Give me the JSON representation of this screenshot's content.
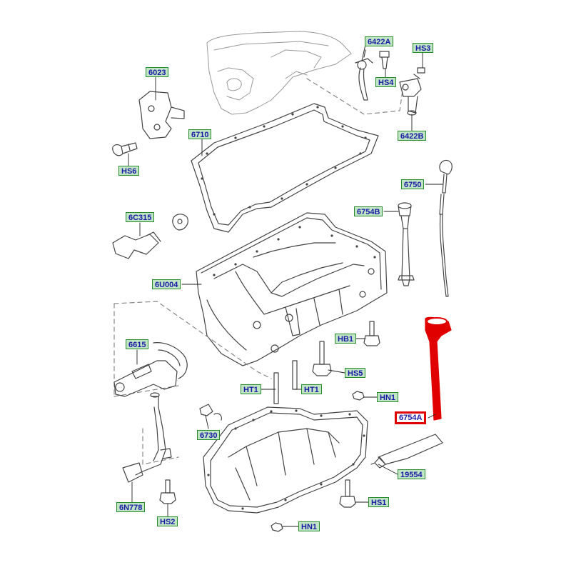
{
  "colors": {
    "line": "#444444",
    "callout_fill": "#bfe5c4",
    "callout_border": "#2a8a2f",
    "callout_text": "#1a1aa8",
    "highlight": "#e00000"
  },
  "callouts": {
    "c6422A": "6422A",
    "cHS3": "HS3",
    "cHS4": "HS4",
    "c6422B": "6422B",
    "c6023": "6023",
    "c6710": "6710",
    "cHS6": "HS6",
    "c6750": "6750",
    "c6754B": "6754B",
    "c6C315": "6C315",
    "c6U004": "6U004",
    "cHB1": "HB1",
    "c6615": "6615",
    "cHS5": "HS5",
    "cHT1a": "HT1",
    "cHT1b": "HT1",
    "cHN1a": "HN1",
    "c6754A": "6754A",
    "c6730": "6730",
    "c19554": "19554",
    "c6N778": "6N778",
    "cHS1": "HS1",
    "cHS2": "HS2",
    "cHN1b": "HN1"
  },
  "highlighted_part": "6754A"
}
